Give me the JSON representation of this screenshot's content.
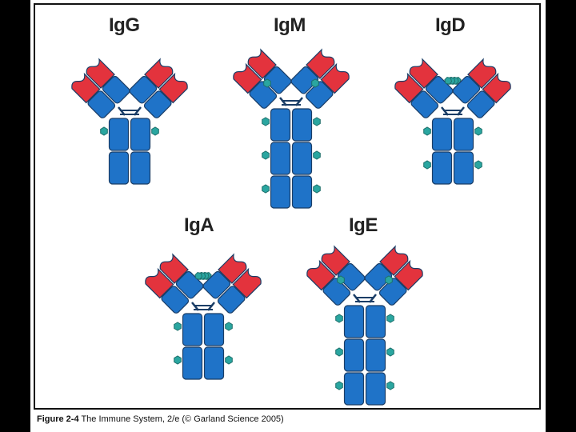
{
  "colors": {
    "background": "#000000",
    "page": "#ffffff",
    "heavy_chain_blue": "#1f73c8",
    "light_chain_red": "#e3333d",
    "outline": "#1a3d66",
    "glycan_teal": "#2aa6a0"
  },
  "icons": [
    "immunoglobulin-y-icon",
    "glycan-hexagon-icon",
    "disulfide-bond-icon"
  ],
  "diagram": {
    "isotypes": [
      {
        "name": "IgG"
      },
      {
        "name": "IgM"
      },
      {
        "name": "IgD"
      },
      {
        "name": "IgA"
      },
      {
        "name": "IgE"
      }
    ]
  },
  "caption": {
    "figure": "Figure 2-4",
    "text": "The Immune System, 2/e (© Garland Science 2005)"
  }
}
